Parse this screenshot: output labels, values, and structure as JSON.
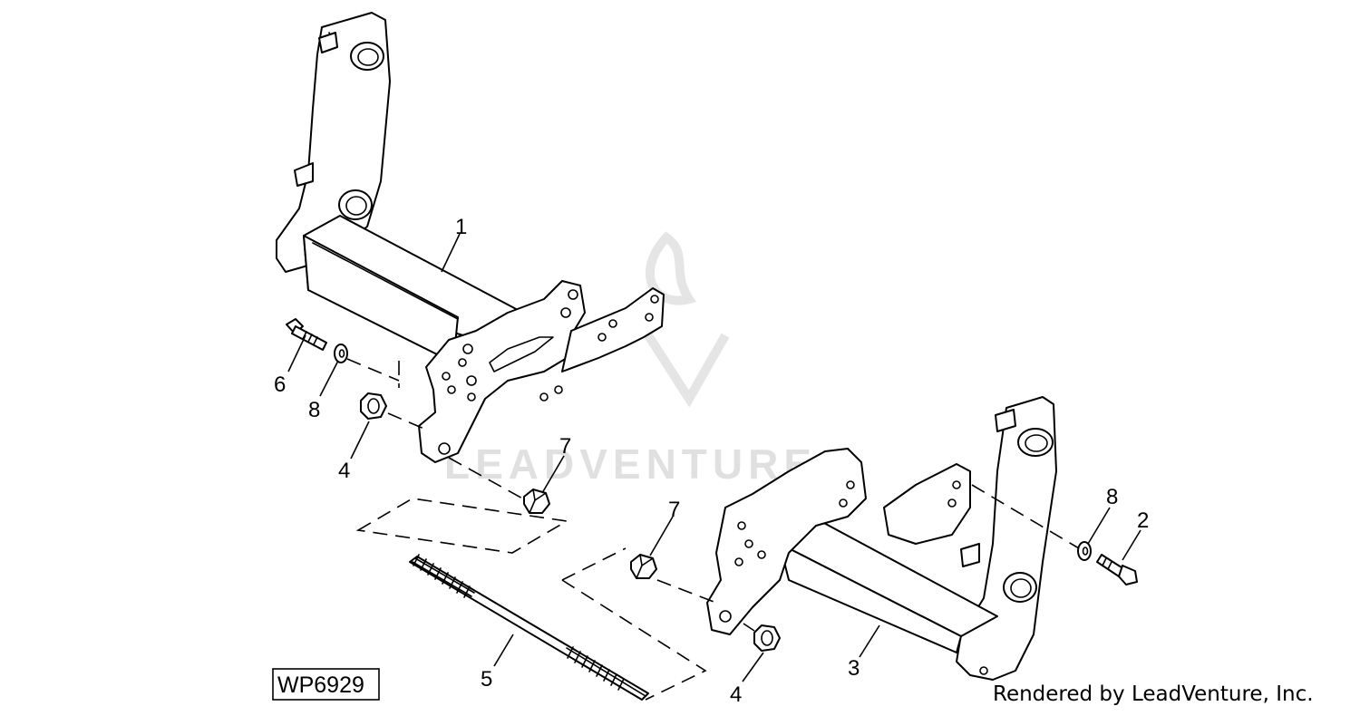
{
  "figure_id": "WP6929",
  "credit": "Rendered by LeadVenture, Inc.",
  "watermark": "LEADVENTURE",
  "callouts": {
    "c1": "1",
    "c2": "2",
    "c3": "3",
    "c4a": "4",
    "c4b": "4",
    "c5": "5",
    "c6": "6",
    "c7a": "7",
    "c7b": "7",
    "c8a": "8",
    "c8b": "8"
  }
}
